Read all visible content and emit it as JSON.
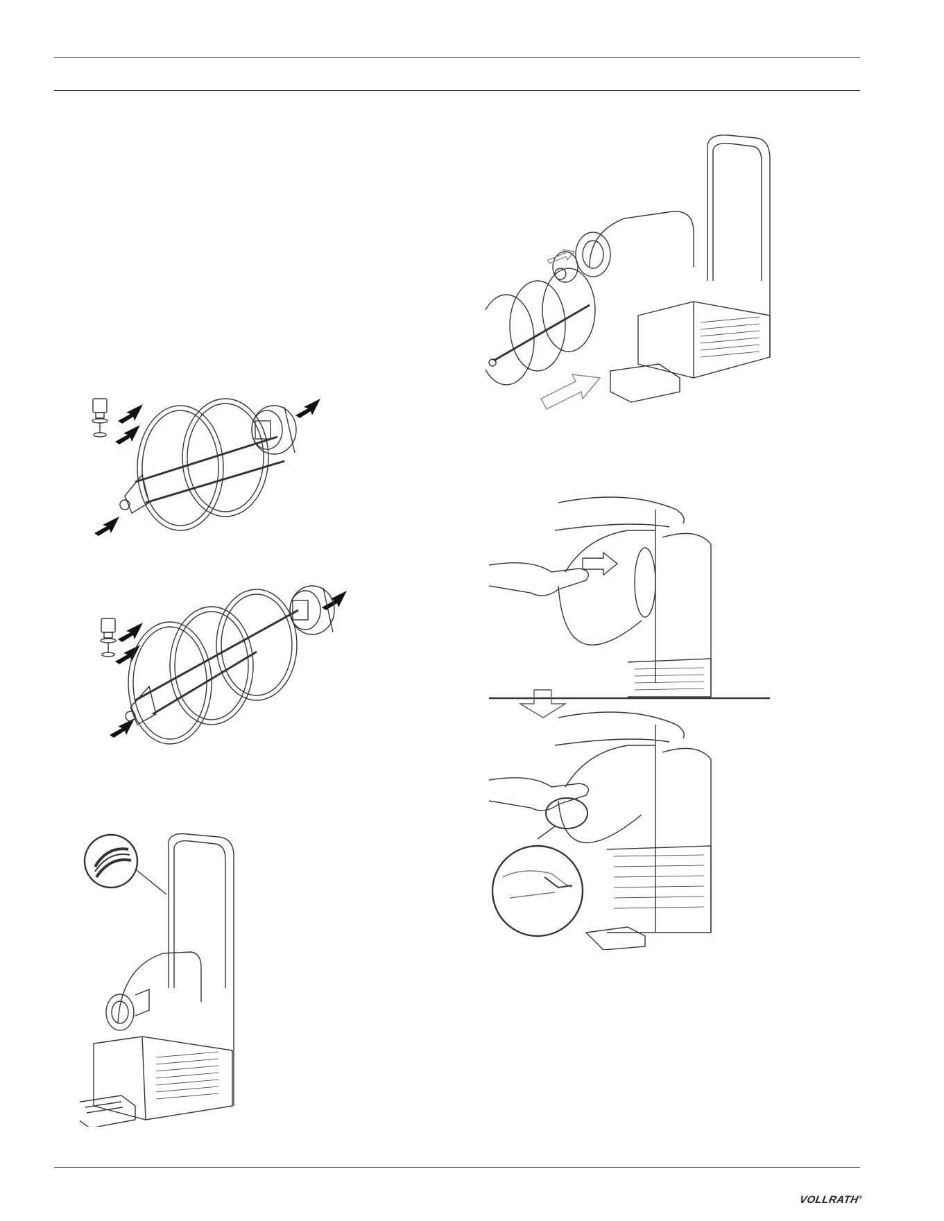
{
  "page": {
    "header": "",
    "page_number": ""
  },
  "figures": [
    {
      "id": "auger-short",
      "caption": ""
    },
    {
      "id": "auger-long",
      "caption": ""
    },
    {
      "id": "machine-gasket",
      "caption": ""
    },
    {
      "id": "install-auger",
      "caption": ""
    },
    {
      "id": "install-bowl",
      "caption": ""
    }
  ],
  "footer": {
    "brand": "VOLLRATH",
    "registered_mark": "®"
  },
  "colors": {
    "line": "#333333",
    "fill": "#ffffff",
    "arrow": "#111111",
    "hollow-arrow": "#888888"
  }
}
